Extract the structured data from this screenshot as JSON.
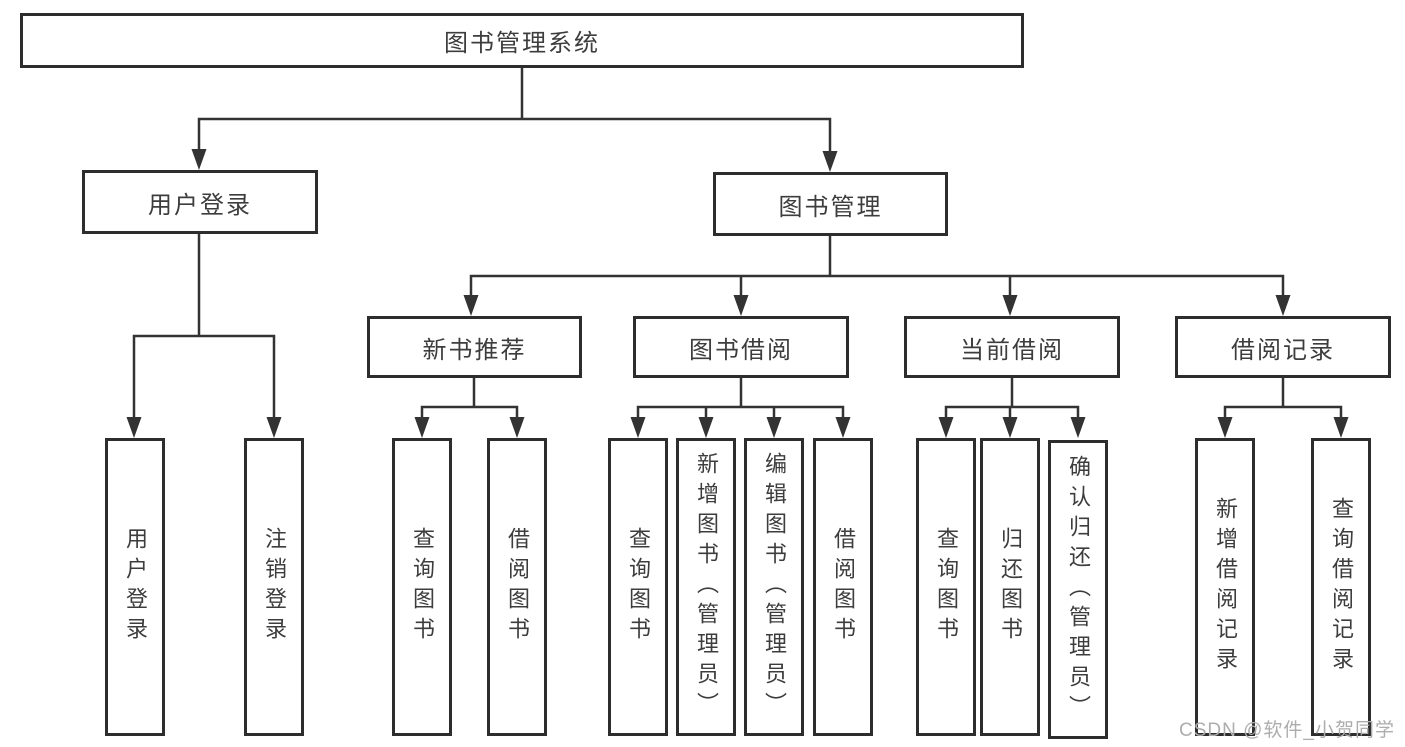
{
  "diagram": {
    "type": "functional-structure-tree",
    "root": {
      "label": "图书管理系统",
      "children": [
        {
          "label": "用户登录",
          "children": [
            {
              "label": "用户登录"
            },
            {
              "label": "注销登录"
            }
          ]
        },
        {
          "label": "图书管理",
          "children": [
            {
              "label": "新书推荐",
              "children": [
                {
                  "label": "查询图书"
                },
                {
                  "label": "借阅图书"
                }
              ]
            },
            {
              "label": "图书借阅",
              "children": [
                {
                  "label": "查询图书"
                },
                {
                  "label": "新增图书（管理员）"
                },
                {
                  "label": "编辑图书（管理员）"
                },
                {
                  "label": "借阅图书"
                }
              ]
            },
            {
              "label": "当前借阅",
              "children": [
                {
                  "label": "查询图书"
                },
                {
                  "label": "归还图书"
                },
                {
                  "label": "确认归还（管理员）"
                }
              ]
            },
            {
              "label": "借阅记录",
              "children": [
                {
                  "label": "新增借阅记录"
                },
                {
                  "label": "查询借阅记录"
                }
              ]
            }
          ]
        }
      ]
    }
  },
  "watermark": {
    "text": "CSDN @软件_小贺同学"
  },
  "colors": {
    "line": "#333333",
    "box_border": "#2d2d2d",
    "box_fill": "#ffffff",
    "text": "#3d3d3d",
    "watermark": "#adadad",
    "background": "#ffffff"
  }
}
